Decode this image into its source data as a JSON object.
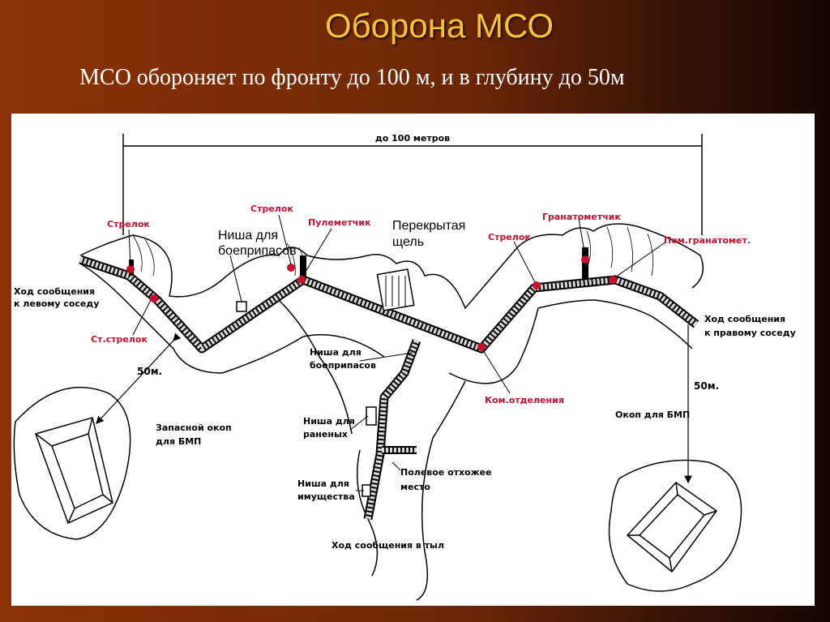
{
  "slide": {
    "title": "Оборона МСО",
    "subtitle": "МСО обороняет по фронту до 100 м, и в глубину до 50м"
  },
  "diagram": {
    "front_label": "до 100 метров",
    "depth_left": "50м.",
    "depth_right": "50м.",
    "positions": [
      {
        "label": "Стрелок"
      },
      {
        "label": "Стрелок"
      },
      {
        "label": "Пулеметчик"
      },
      {
        "label": "Стрелок"
      },
      {
        "label": "Гранатометчик"
      },
      {
        "label": "Пом.гранатомет."
      },
      {
        "label": "Ст.стрелок"
      },
      {
        "label": "Ком.отделения"
      }
    ],
    "labels": {
      "niche_ammo_big": "Ниша для боеприпасов",
      "covered_trench_big": "Перекрытая щель",
      "comm_left": "Ход сообщения к левому соседу",
      "comm_right": "Ход сообщения к правому соседу",
      "comm_rear": "Ход сообщения в тыл",
      "niche_ammo_small": "Ниша для боеприпасов",
      "niche_wounded": "Ниша для раненых",
      "niche_property": "Ниша для имущества",
      "latrine": "Полевое отхожее место",
      "reserve_bmp": "Запасной окоп для БМП",
      "bmp_trench": "Окоп для БМП"
    }
  }
}
